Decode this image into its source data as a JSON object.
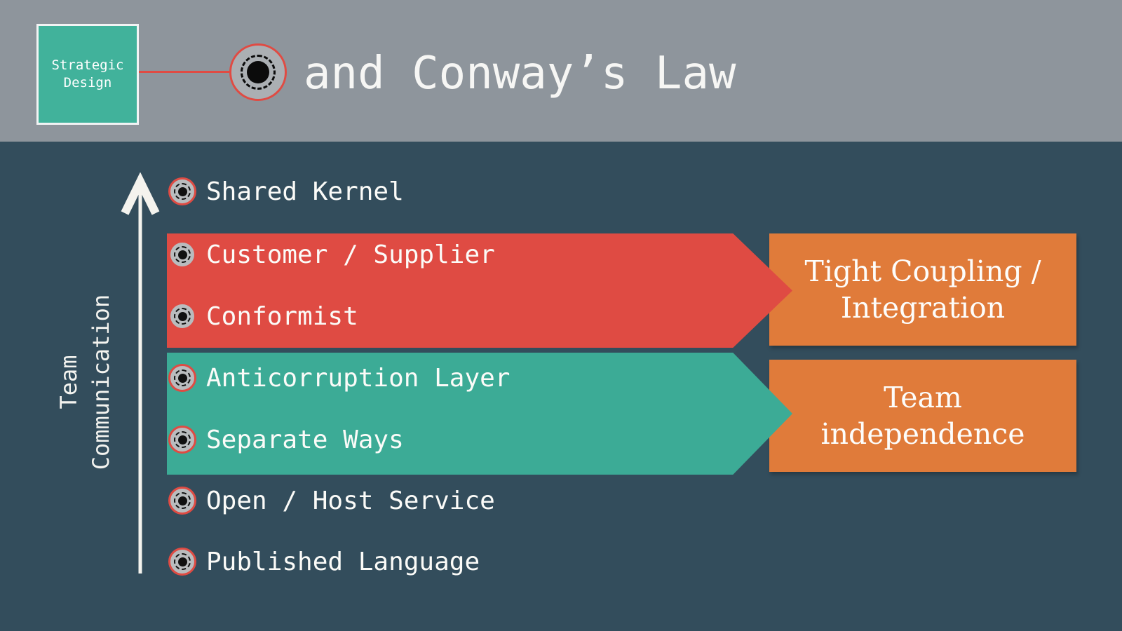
{
  "slide": {
    "header": {
      "badge": {
        "line1": "Strategic",
        "line2": "Design"
      },
      "title": "and Conway’s Law"
    },
    "axis": {
      "line1": "Team",
      "line2": "Communication"
    },
    "patterns": [
      {
        "label": "Shared Kernel"
      },
      {
        "label": "Customer / Supplier"
      },
      {
        "label": "Conformist"
      },
      {
        "label": "Anticorruption Layer"
      },
      {
        "label": "Separate Ways"
      },
      {
        "label": "Open / Host Service"
      },
      {
        "label": "Published Language"
      }
    ],
    "outcomes": [
      {
        "line1": "Tight Coupling /",
        "line2": "Integration"
      },
      {
        "line1": "Team",
        "line2": "independence"
      }
    ],
    "colors": {
      "header_bg": "#8E959C",
      "body_bg": "#334D5C",
      "teal": "#3CAB96",
      "badge_teal": "#41B29B",
      "red": "#DF4B43",
      "orange": "#E07B3A",
      "text": "#FFFFFF"
    }
  }
}
